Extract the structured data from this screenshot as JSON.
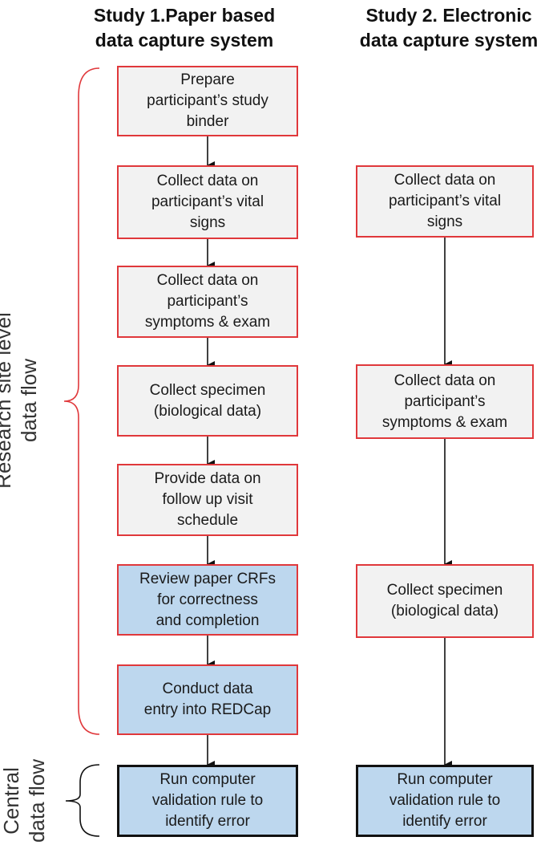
{
  "headings": {
    "study1": "Study 1.Paper based\ndata capture system",
    "study2": "Study 2. Electronic\ndata capture system"
  },
  "side_labels": {
    "research_site": "Research site level\ndata flow",
    "central": "Central\ndata flow"
  },
  "study1_steps": [
    "Prepare\nparticipant’s study\nbinder",
    "Collect data on\nparticipant’s vital\nsigns",
    "Collect data on\nparticipant’s\nsymptoms & exam",
    "Collect specimen\n(biological data)",
    "Provide data on\nfollow up visit\nschedule",
    "Review paper CRFs\nfor correctness\nand completion",
    "Conduct data\nentry into REDCap",
    "Run computer\nvalidation rule to\nidentify error"
  ],
  "study2_steps": [
    "Collect data on\nparticipant’s vital\nsigns",
    "Collect data on\nparticipant’s\nsymptoms & exam",
    "Collect specimen\n(biological data)",
    "Run computer\nvalidation rule to\nidentify error"
  ],
  "colors": {
    "site_box_border": "#e0383b",
    "grey_fill": "#f2f2f2",
    "blue_fill": "#bdd7ee",
    "central_border": "#111111",
    "site_bracket": "#e0383b",
    "central_bracket": "#111111"
  }
}
